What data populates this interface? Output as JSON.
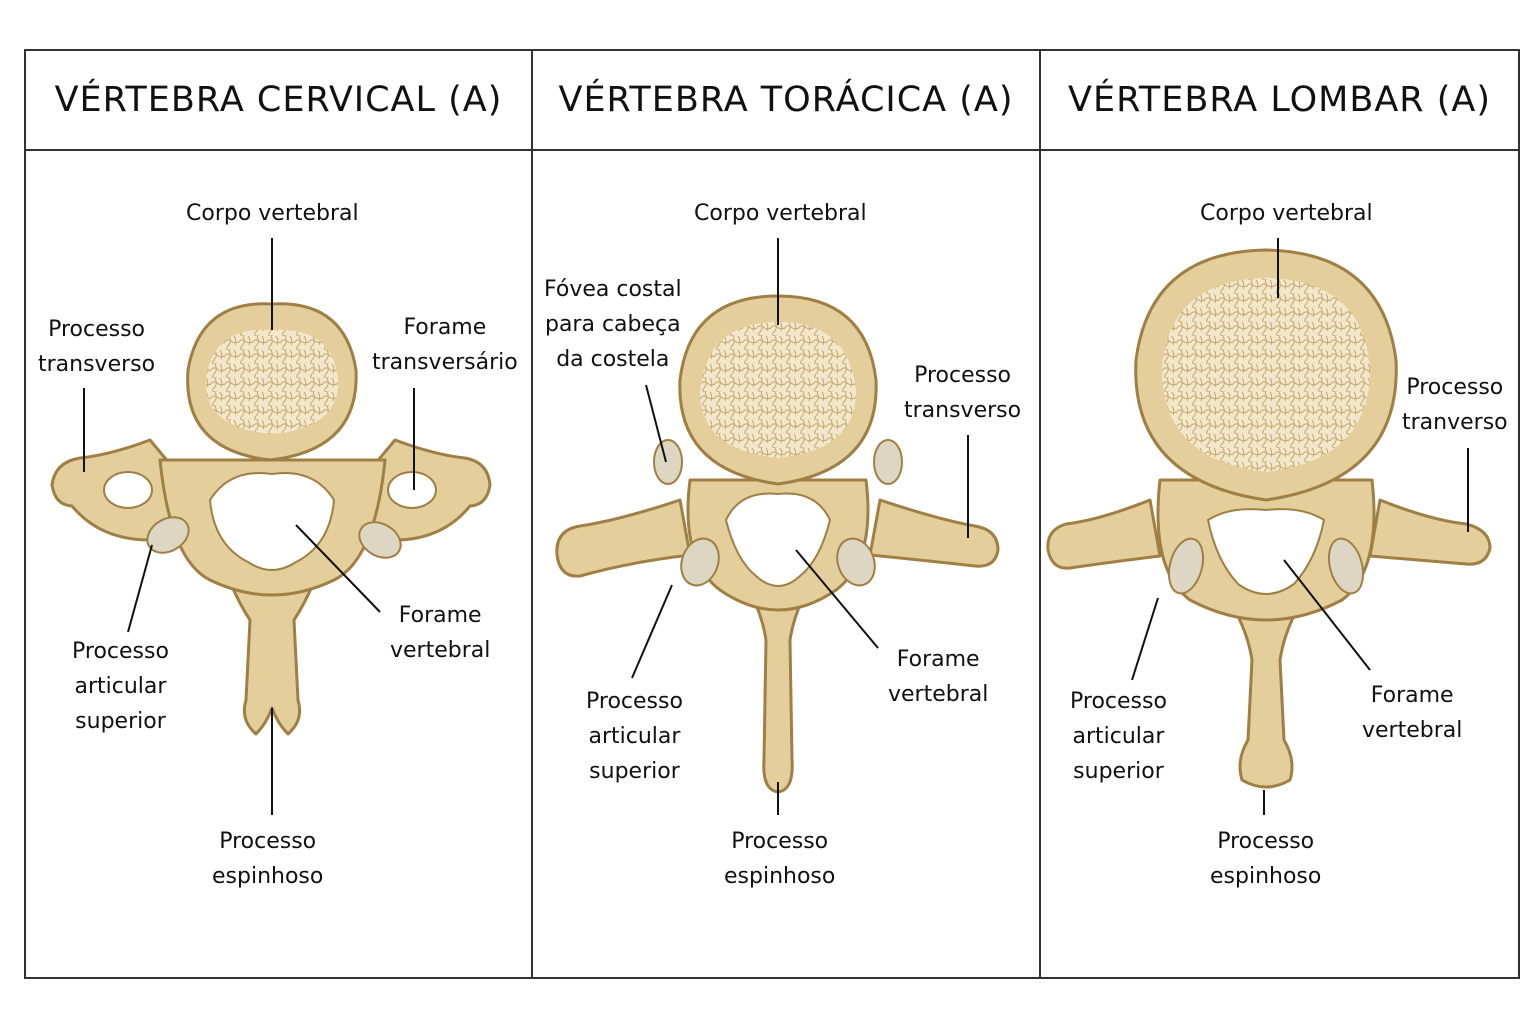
{
  "colors": {
    "bone": "#e4cf9c",
    "bone_dark": "#a07f45",
    "spongy": "#f3e7cb",
    "line": "#111111",
    "border": "#333333"
  },
  "panels": [
    {
      "title": "VÉRTEBRA CERVICAL (A)",
      "labels": {
        "corpo": [
          "Corpo vertebral"
        ],
        "transverso": [
          "Processo",
          "transverso"
        ],
        "forame_transv": [
          "Forame",
          "transversário"
        ],
        "articular": [
          "Processo",
          "articular",
          "superior"
        ],
        "forame_vert": [
          "Forame",
          "vertebral"
        ],
        "espinhoso": [
          "Processo",
          "espinhoso"
        ]
      }
    },
    {
      "title": "VÉRTEBRA TORÁCICA (A)",
      "labels": {
        "corpo": [
          "Corpo vertebral"
        ],
        "fovea": [
          "Fóvea costal",
          "para cabeça",
          "da costela"
        ],
        "transverso": [
          "Processo",
          "transverso"
        ],
        "articular": [
          "Processo",
          "articular",
          "superior"
        ],
        "forame_vert": [
          "Forame",
          "vertebral"
        ],
        "espinhoso": [
          "Processo",
          "espinhoso"
        ]
      }
    },
    {
      "title": "VÉRTEBRA LOMBAR (A)",
      "labels": {
        "corpo": [
          "Corpo vertebral"
        ],
        "transverso": [
          "Processo",
          "tranverso"
        ],
        "articular": [
          "Processo",
          "articular",
          "superior"
        ],
        "forame_vert": [
          "Forame",
          "vertebral"
        ],
        "espinhoso": [
          "Processo",
          "espinhoso"
        ]
      }
    }
  ]
}
